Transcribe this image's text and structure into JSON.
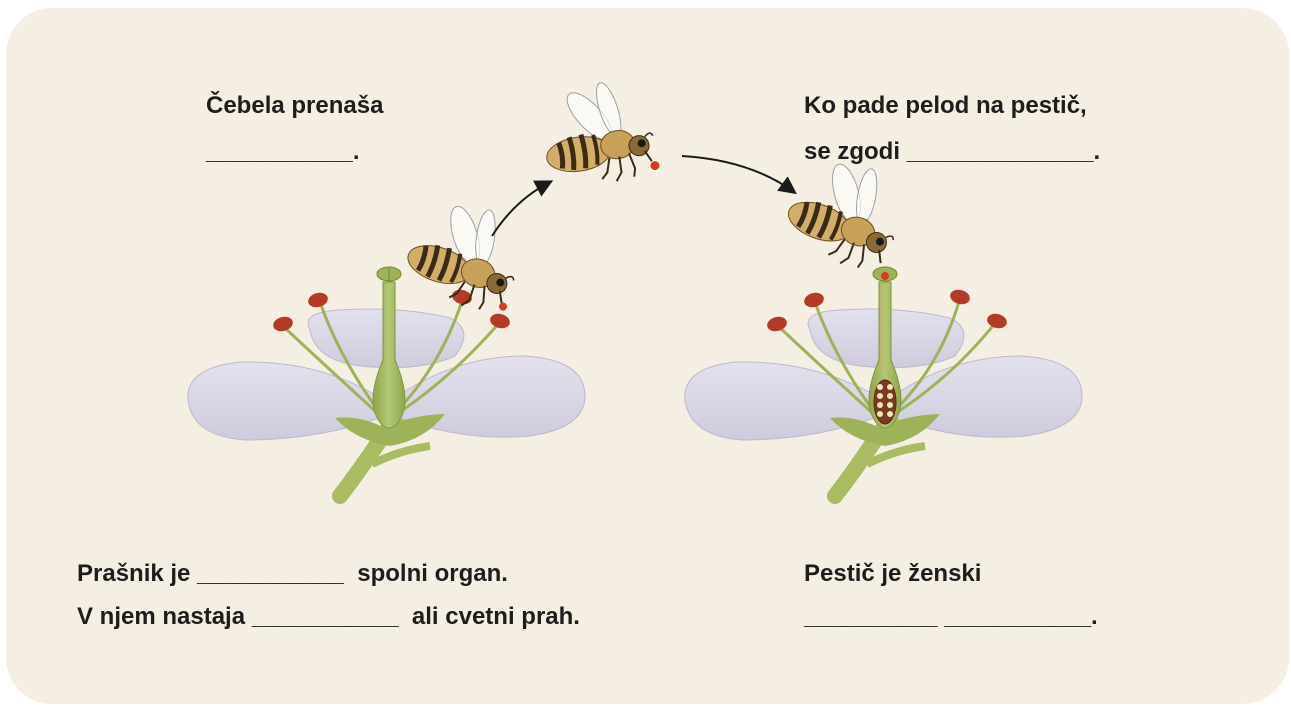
{
  "colors": {
    "background": "#f4efe2",
    "petal": "#d9d6e6",
    "stem": "#9db35a",
    "anther": "#b33a26",
    "bee_body": "#c9a35c",
    "text": "#1d1d1d"
  },
  "captions": {
    "top_left": {
      "line1": "Čebela prenaša",
      "line2": "___________."
    },
    "top_right": {
      "line1": "Ko pade pelod na pestič,",
      "line2": "se zgodi ______________."
    },
    "bottom_left": {
      "line1": "Prašnik je ___________  spolni organ.",
      "line2": "V njem nastaja ___________  ali cvetni prah."
    },
    "bottom_right": {
      "line1": "Pestič je ženski",
      "line2": "__________ ___________."
    }
  }
}
